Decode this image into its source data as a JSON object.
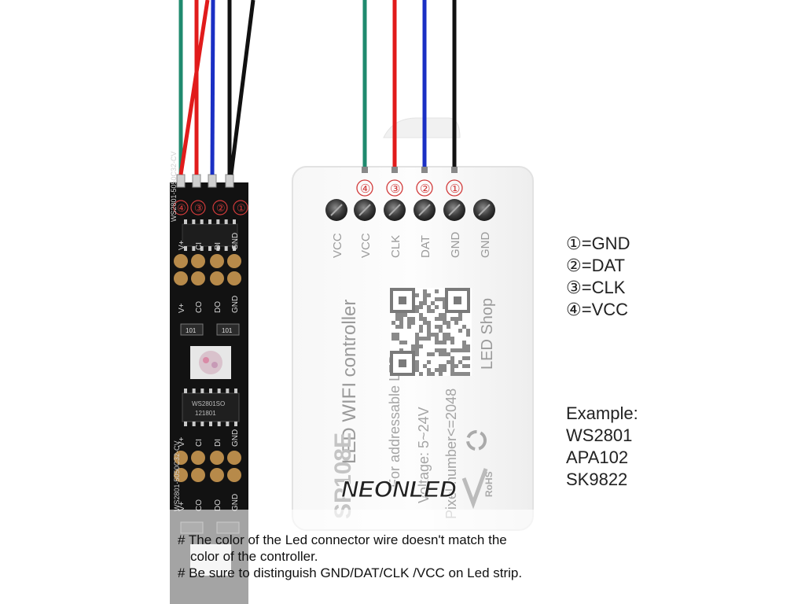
{
  "strip": {
    "pads_top": [
      "V+",
      "CI",
      "DI",
      "GND"
    ],
    "pads_middle": [
      "V+",
      "CO",
      "DO",
      "GND"
    ],
    "pin_numbers": [
      "④",
      "③",
      "②",
      "①"
    ],
    "part_label": "WS2801-5050C32-CV",
    "chip_label": "WS2801SO",
    "chip_code": "121801",
    "resistor_code": "101"
  },
  "controller": {
    "pin_numbers": [
      "④",
      "③",
      "②",
      "①"
    ],
    "terminal_labels": [
      "VCC",
      "VCC",
      "CLK",
      "DAT",
      "GND",
      "GND"
    ],
    "title": "LED WIFI controller",
    "brand": "LED Shop",
    "spec_line1": "For addressable LED",
    "spec_line2": "Voltage: 5~24V",
    "spec_line3": "Pixel number<=2048",
    "model": "SP108E",
    "rohs": "RoHS"
  },
  "wire_colors": {
    "vcc": "#1f8a6e",
    "clk": "#e11b1b",
    "dat": "#1a2fc4",
    "gnd": "#111111"
  },
  "legend": {
    "items": [
      "①=GND",
      "②=DAT",
      "③=CLK",
      "④=VCC"
    ]
  },
  "example": {
    "heading": "Example:",
    "items": [
      "WS2801",
      "APA102",
      "SK9822"
    ]
  },
  "watermark": "NEONLED",
  "notes": {
    "line1": "# The color of the Led connector wire doesn't match the",
    "line2": "color of the controller.",
    "line3": "# Be sure to distinguish GND/DAT/CLK /VCC on Led strip."
  }
}
